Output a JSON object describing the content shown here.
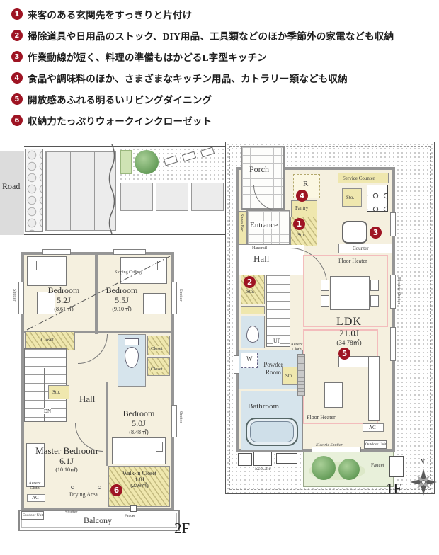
{
  "features": {
    "items": [
      {
        "num": "1",
        "text": "来客のある玄関先をすっきりと片付け"
      },
      {
        "num": "2",
        "text": "掃除道具や日用品のストック、DIY用品、工具類などのほか季節外の家電なども収納"
      },
      {
        "num": "3",
        "text": "作業動線が短く、料理の準備もはかどるL字型キッチン"
      },
      {
        "num": "4",
        "text": "食品や調味料のほか、さまざまなキッチン用品、カトラリー類なども収納"
      },
      {
        "num": "5",
        "text": "開放感あふれる明るいリビングダイニング"
      },
      {
        "num": "6",
        "text": "収納力たっぷりウォークインクローゼット"
      }
    ]
  },
  "site": {
    "road": "Road"
  },
  "f1": {
    "floor_label": "1F",
    "north": "N",
    "porch": "Porch",
    "entrance": "Entrance",
    "shoes_box": "Shoes Box",
    "hall": "Hall",
    "handrail": "Handrail",
    "fridge": "R",
    "pantry": "Pantry",
    "service_counter": "Service Counter",
    "sto": "Sto.",
    "counter": "Counter",
    "up": "UP",
    "w": "W",
    "powder_room": "Powder Room",
    "bathroom": "Bathroom",
    "accent_cloth": "Accent Cloth",
    "ldk": {
      "name": "LDK",
      "size": "21.0J",
      "area": "(34.78㎡)"
    },
    "floor_heater": "Floor Heater",
    "ac": "AC",
    "electric_shutter": "Electric Shutter",
    "outdoor_unit": "Outdoor Unit",
    "eco_one": "EcoOne",
    "faucet": "Faucet",
    "markers": {
      "m1": "1",
      "m2": "2",
      "m3": "3",
      "m4": "4",
      "m5": "5"
    }
  },
  "f2": {
    "floor_label": "2F",
    "bedroom_name": "Bedroom",
    "b1": {
      "size": "5.2J",
      "area": "(8.61㎡)"
    },
    "b2": {
      "size": "5.5J",
      "area": "(9.10㎡)"
    },
    "b3": {
      "size": "5.0J",
      "area": "(8.48㎡)"
    },
    "master": {
      "name": "Master Bedroom",
      "size": "6.1J",
      "area": "(10.10㎡)"
    },
    "wic": {
      "name": "Walk-in Closet",
      "size": "1.8J",
      "area": "(2.98㎡)"
    },
    "sloping_ceiling": "Sloping Ceiling",
    "closet": "Closet",
    "hall": "Hall",
    "sto": "Sto.",
    "dn": "DN",
    "shutter": "Shutter",
    "accent_cloth": "Accent Cloth",
    "ac": "AC",
    "drying_area": "Drying Area",
    "balcony": "Balcony",
    "faucet": "Faucet",
    "outdoor_unit": "Outdoor Unit",
    "markers": {
      "m6": "6"
    }
  }
}
